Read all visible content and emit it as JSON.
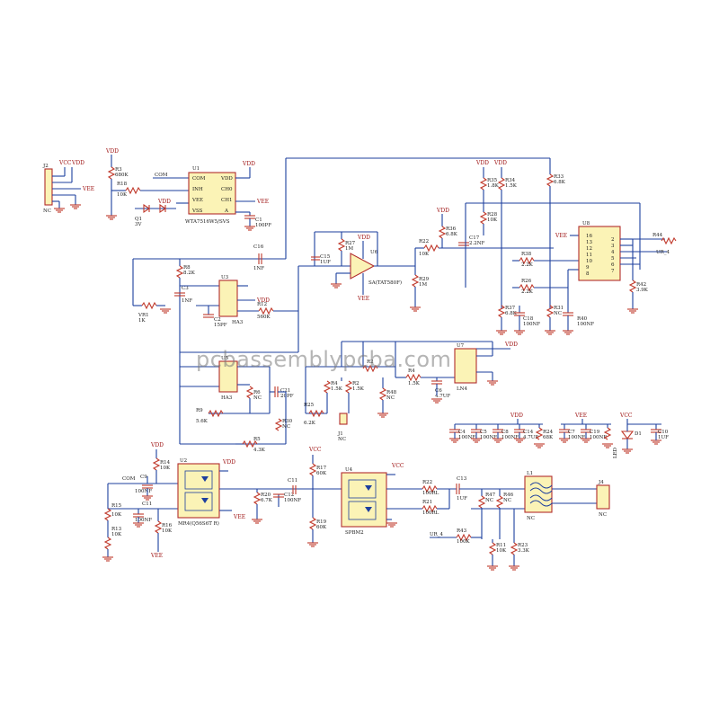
{
  "watermark": "pcbassemblypcba.com",
  "chips": {
    "u1": {
      "ref": "U1",
      "part": "WTA7516W5/SVS",
      "pins": [
        "COM",
        "INH",
        "VEE",
        "VSS",
        "VDD",
        "CH0",
        "CH1",
        "A"
      ]
    },
    "u3": {
      "ref": "U3",
      "part": "HA3"
    },
    "u5": {
      "ref": "U5",
      "part": "HA3"
    },
    "u6": {
      "ref": "U6",
      "part": "SA(TAT580F)"
    },
    "u7": {
      "ref": "U7",
      "part": "LN4"
    },
    "u8": {
      "ref": "U8",
      "pins_left": [
        "16",
        "13",
        "12",
        "11",
        "10",
        "9",
        "8"
      ],
      "pins_right": [
        "2",
        "3",
        "4",
        "5",
        "6",
        "7"
      ]
    },
    "u2": {
      "ref": "U2",
      "part": "MR4(Q56S6T R)"
    },
    "u4": {
      "ref": "U4",
      "part": "SPBM2"
    }
  },
  "nets": {
    "vcc": "VCC",
    "vdd": "VDD",
    "vee": "VEE",
    "com": "COM",
    "ur": "UR_4"
  },
  "labels": {
    "j2": "J2",
    "nc": "NC",
    "r3": "R3",
    "r3v": "680K",
    "r18": "R18",
    "r18v": "10K",
    "q1": "Q1",
    "q1v": "3V",
    "d1": "D1",
    "c1": "C1",
    "c1v": "100PF",
    "c16": "C16",
    "c16v": "1NF",
    "r8": "R8",
    "r8v": "8.2K",
    "c3": "C3",
    "c3v": "1NF",
    "vr1": "VR1",
    "vr1v": "1K",
    "c2": "C2",
    "c2v": "15PF",
    "r12": "R12",
    "r12v": "560K",
    "c15": "C15",
    "c15v": "1UF",
    "r27": "R27",
    "r27v": "1M",
    "r22": "R22",
    "r22v": "10K",
    "r36": "R36",
    "r36v": "6.8K",
    "r35": "R35",
    "r35v": "1.8K",
    "r34": "R34",
    "r34v": "1.5K",
    "r28": "R28",
    "r28v": "10K",
    "c17": "C17",
    "c17v": "2.2NF",
    "r33": "R33",
    "r33v": "6.8K",
    "r29": "R29",
    "r29v": "1M",
    "r38": "R38",
    "r38v": "2.2K",
    "r26": "R26",
    "r26v": "2.2K",
    "r37": "R37",
    "r37v": "6.8K",
    "c18": "C18",
    "c18v": "100NF",
    "r31": "R31",
    "r31v": "NC",
    "r40": "R40",
    "r40v": "100NF",
    "r44": "R44",
    "r42": "R42",
    "r42v": "3.9K",
    "ur4": "UR_4",
    "r4": "R4",
    "r4v": "1.5K",
    "r2": "R2",
    "r2v": "1.5K",
    "c6": "C6",
    "c6v": "4.7UF",
    "r24": "R24",
    "r24v": "68K",
    "r48": "R48",
    "r48v": "NC",
    "r25": "R25",
    "r25v": "6.2K",
    "j1": "J1",
    "j1v": "NC",
    "c21": "C21",
    "c21v": "20PF",
    "r6": "R6",
    "r6v": "NC",
    "r9": "R9",
    "r9v": "5.6K",
    "r30": "R30",
    "r30v": "NC",
    "r5": "R5",
    "r5v": "4.3K",
    "c4": "C4",
    "c5": "C5",
    "c8": "C8",
    "c14": "C14",
    "c14v": "4.7UF",
    "c7": "C7",
    "c19": "C19",
    "c10": "C10",
    "c10v": "1UF",
    "cap100": "100NF",
    "led": "LED",
    "r14": "R14",
    "r14v": "10K",
    "c9": "C9",
    "c9v": "100NF",
    "r15": "R15",
    "r15v": "10K",
    "c11": "C11",
    "c11v": "100NF",
    "r16": "R16",
    "r16v": "10K",
    "r13": "R13",
    "r13v": "10K",
    "r20": "R20",
    "r20v": "6.7K",
    "r17": "R17",
    "r17v": "60K",
    "c12": "C12",
    "c12v": "100NF",
    "r19": "R19",
    "r19v": "60K",
    "r22b": "R22",
    "r22bv": "100RL",
    "r21": "R21",
    "r21v": "100RL",
    "c13": "C13",
    "c13v": "1UF",
    "r47": "R47",
    "r47v": "NC",
    "r46": "R46",
    "r46v": "NC",
    "r43": "R43",
    "r43v": "100K",
    "r11": "R11",
    "r11v": "10K",
    "r23": "R23",
    "r23v": "3.3K",
    "l1": "L1",
    "l1v": "NC",
    "j4": "J4",
    "j4v": "NC"
  }
}
